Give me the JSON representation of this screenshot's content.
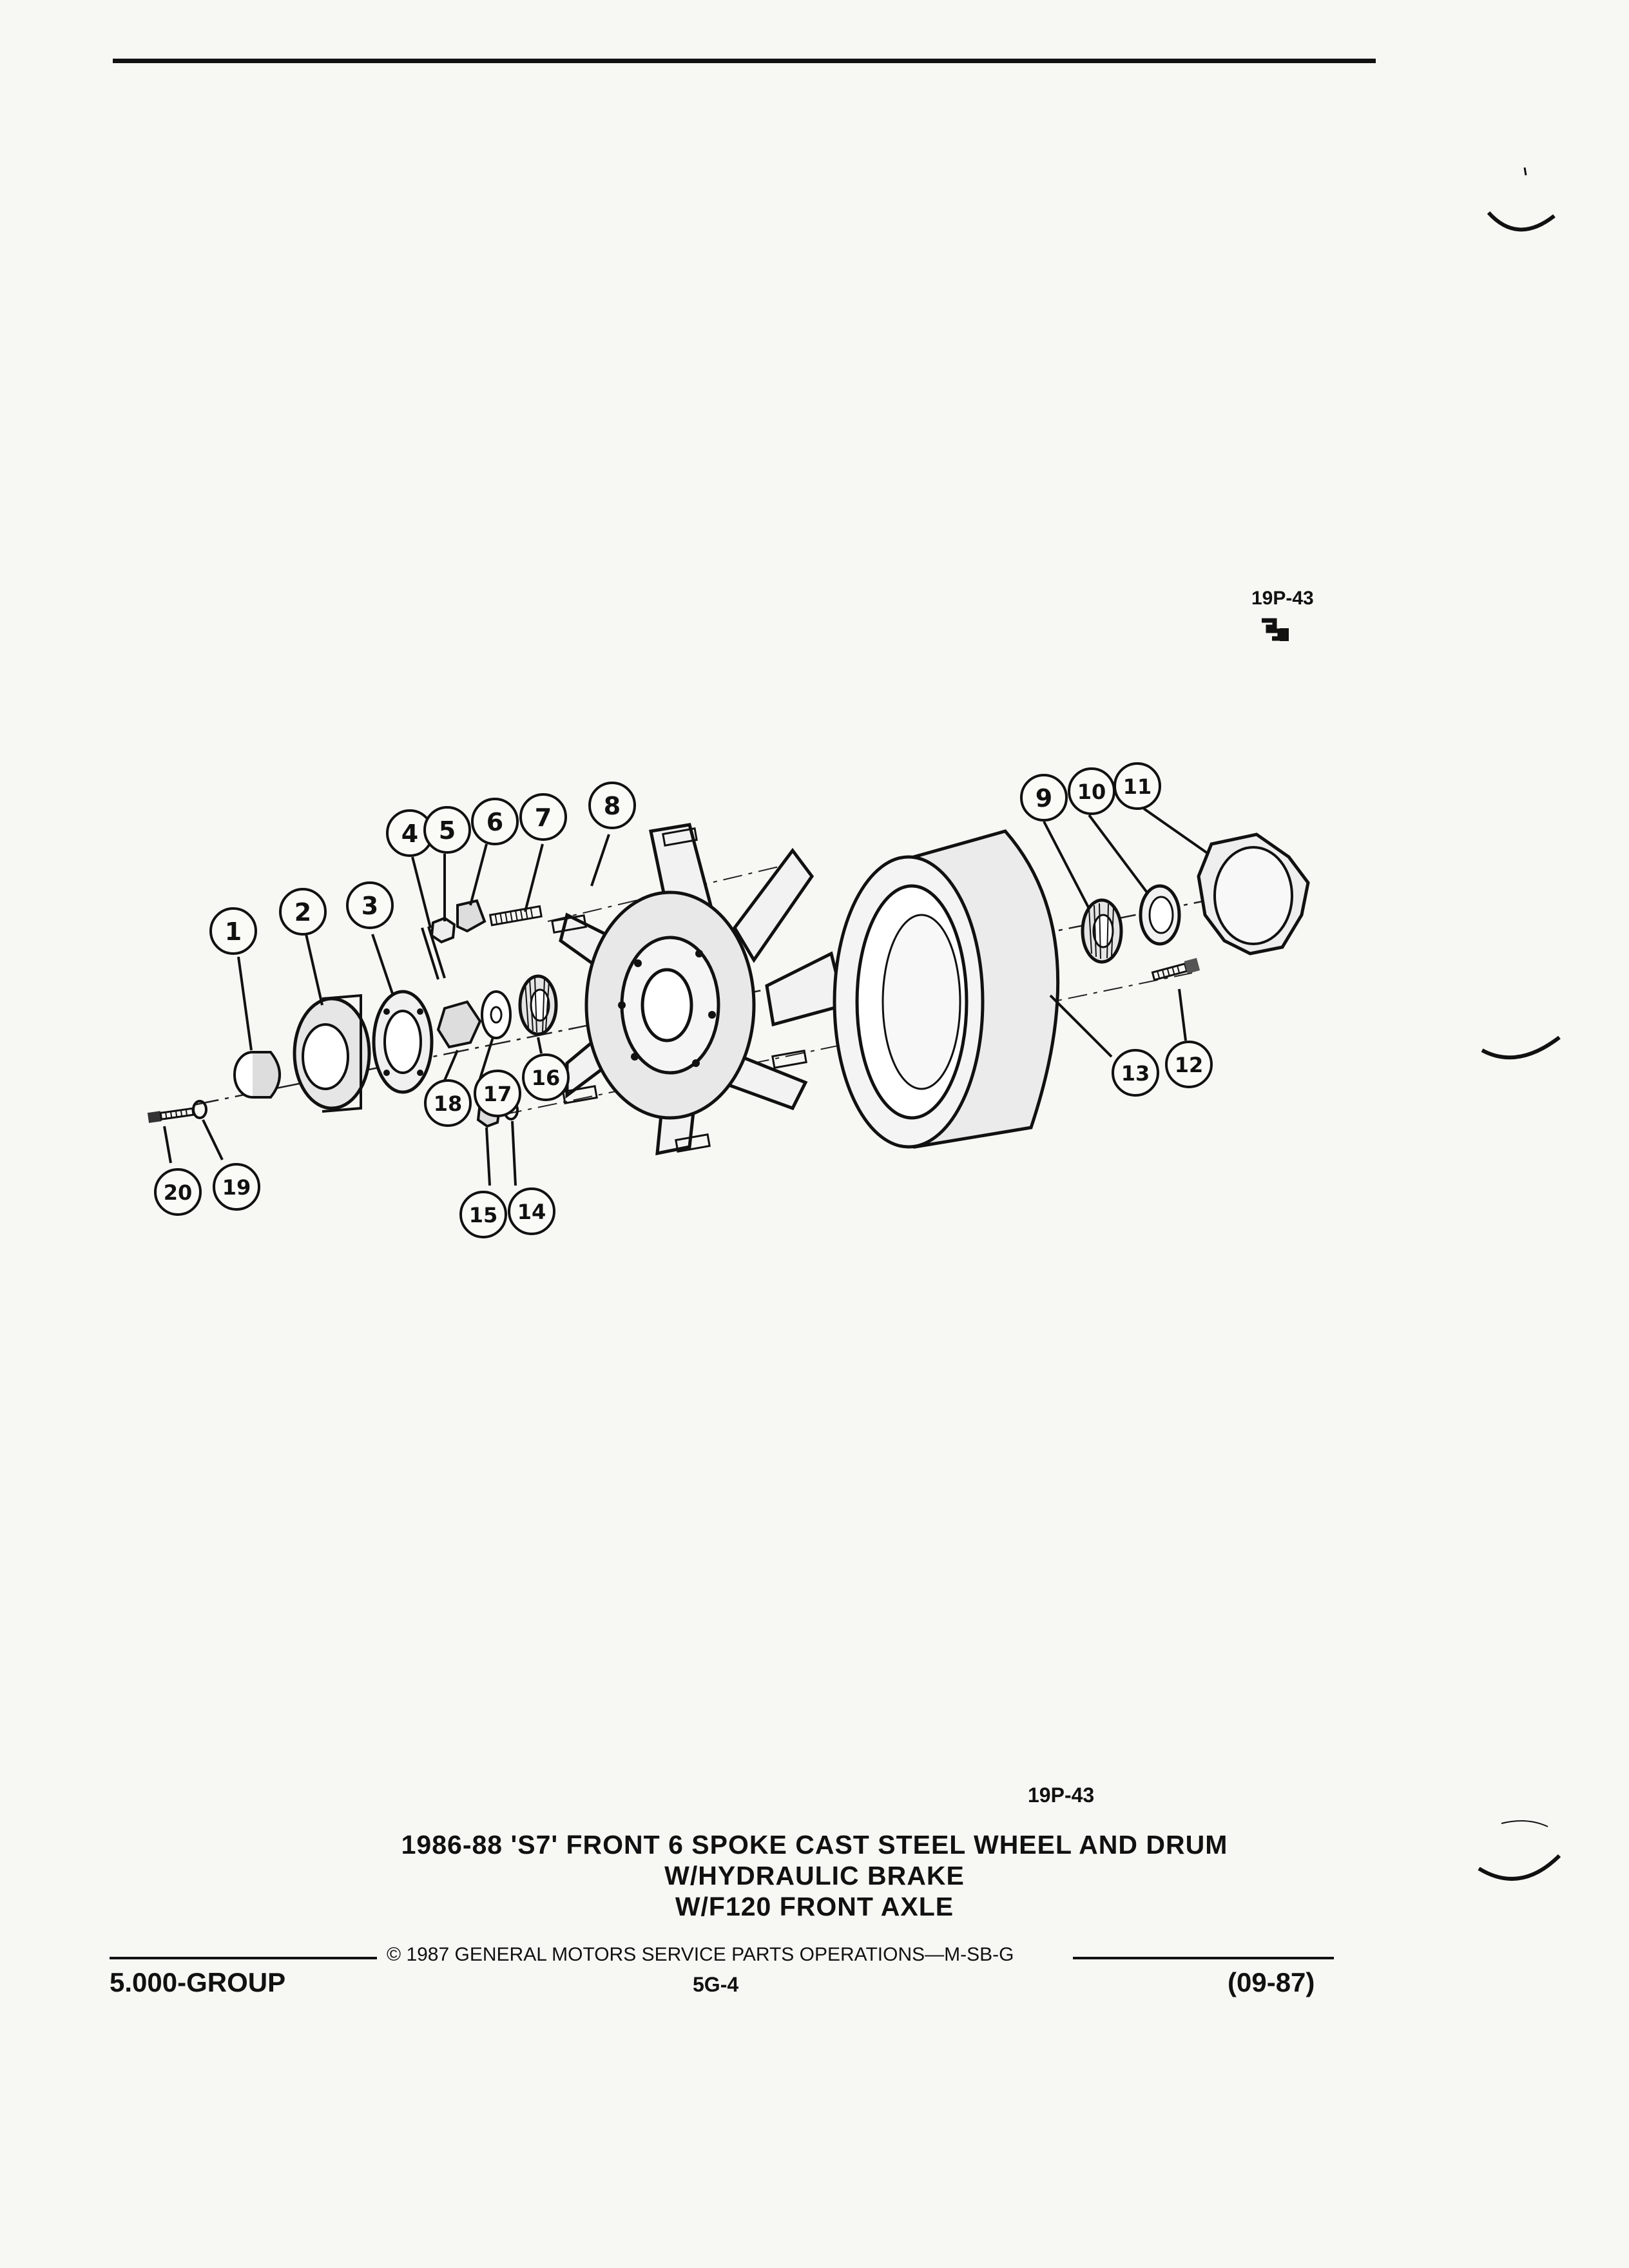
{
  "figure": {
    "code_top": "19P-43",
    "code_bottom": "19P-43",
    "parts": [
      "1",
      "2",
      "3",
      "4",
      "5",
      "6",
      "7",
      "8",
      "9",
      "10",
      "11",
      "12",
      "13",
      "14",
      "15",
      "16",
      "17",
      "18",
      "19",
      "20"
    ]
  },
  "caption": {
    "line1": "1986-88 'S7' FRONT 6 SPOKE CAST STEEL WHEEL AND DRUM",
    "line2": "W/HYDRAULIC BRAKE",
    "line3": "W/F120 FRONT AXLE"
  },
  "footer": {
    "copyright": "© 1987 GENERAL MOTORS SERVICE PARTS OPERATIONS—M-SB-G",
    "group": "5.000-GROUP",
    "page": "5G-4",
    "date": "(09-87)"
  }
}
